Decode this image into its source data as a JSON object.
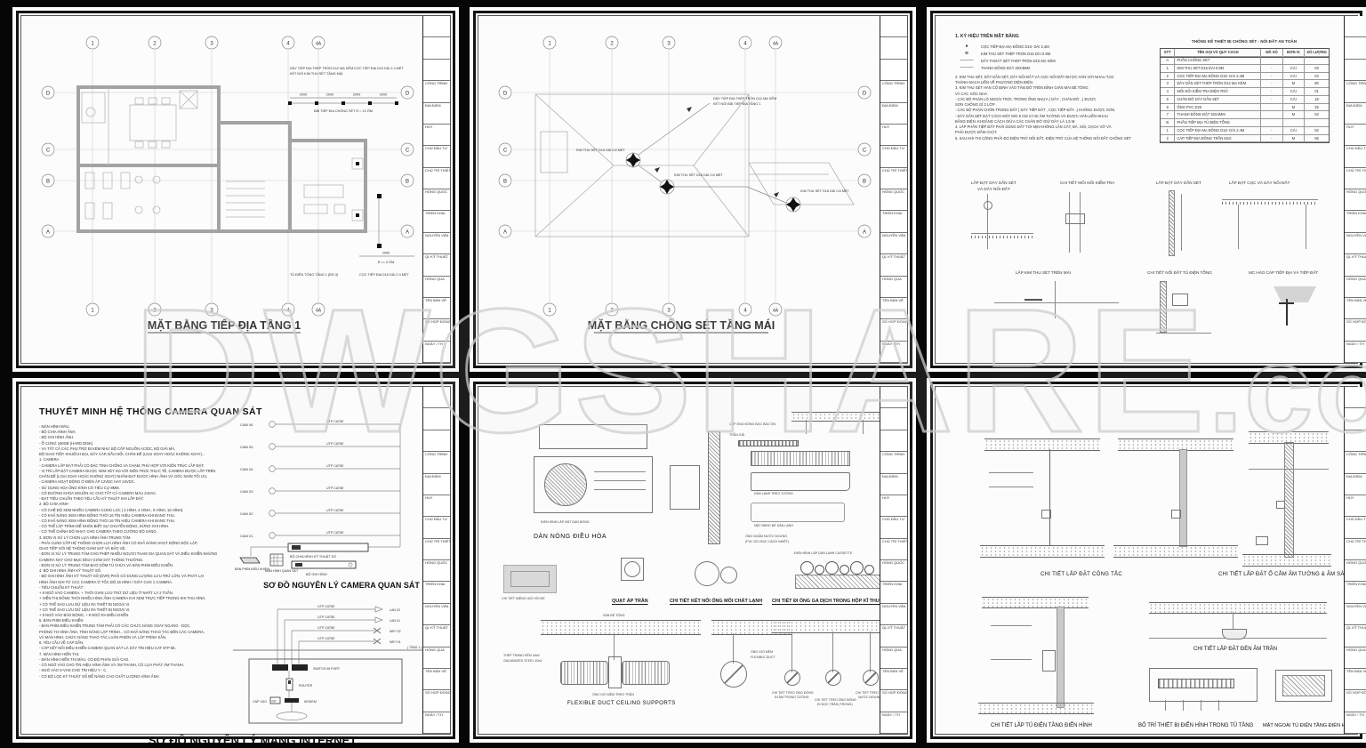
{
  "watermark": {
    "main": "DWGSHARE",
    "suffix": ".com"
  },
  "titleblock": {
    "rows": [
      "",
      "",
      "",
      "CÔNG TRÌNH",
      "ĐỊA ĐIỂM",
      "HUY",
      "CHỦ ĐẦU TƯ",
      "CHỦ TRÌ THIẾT KẾ",
      "HỒNG QUỐC",
      "TRIỂN KHAI",
      "NGUYỄN VĂN",
      "QL KỸ THUẬT",
      "HỒNG QUA",
      "TÊN BẢN VẼ",
      "SỐ HỢP ĐỒNG",
      "NGÀY / TH"
    ]
  },
  "axes": {
    "top": [
      "1",
      "2",
      "3",
      "4",
      "4A"
    ],
    "side": [
      "D",
      "C",
      "B",
      "A"
    ]
  },
  "sheet1": {
    "title": "MẶT BẰNG TIẾP ĐỊA TẦNG 1",
    "note_wire1": "DÂY TIẾP ĐỊA THÉP TRÒN D12 MẠ KẼM,",
    "note_wire2": "KẾT NỐI KIM THU SÉT TẦNG MÁI",
    "note_rod": "CỌC TIẾP ĐỊA D16 DÀI 2.4 MÉT",
    "dim": "2000",
    "field_note": "BÃI TIẾP ĐỊA CHỐNG SÉT R = 10 ÔM",
    "panel_note": "TỦ ĐIỆN TỔNG TẦNG 1 (ĐD.3)",
    "rod_note2": "CỌC TIẾP ĐỊA D16 DÀI 2.4 MÉT",
    "r_note": "R <= 4 ÔM"
  },
  "sheet2": {
    "title": "MẶT BẰNG CHỐNG SÉT TẦNG MÁI",
    "kim": "KIM THU SÉT D16 DÀI 0.8 MÉT",
    "wire1": "DÂY TIẾP ĐỊA THÉP TRÒN D12 MẠ KẼM",
    "wire2": "KẾT NỐI BÃI TIẾP ĐỊA TẦNG 1"
  },
  "sheet3": {
    "legend_title": "1. KÝ HIỆU TRÊN MẶT BẰNG",
    "legend": [
      {
        "sym": "●",
        "txt": "CỌC TIẾP ĐỊA MẠ ĐỒNG D16- DÀI 2.4M"
      },
      {
        "sym": "⊕",
        "txt": "KIM THU SÉT THÉP TRÒN D16 DÀI 0.8M"
      },
      {
        "sym": "———",
        "txt": "DÂY THOÁT SÉT THÉP TRÒN D10 MẠ KẼM"
      },
      {
        "sym": "———",
        "txt": "THANH ĐỒNG ĐẶT 25X3MM"
      }
    ],
    "notes": [
      "2. KIM THU SÉT, DÂY DẪN SÉT, DÂY NỐI ĐẤT VÀ CỌC NỐI ĐẤT ĐƯỢC HÀN VỚI NHAU TẠO",
      "THÀNH MẠCH LIỀN VỀ PHƯƠNG DIỆN ĐIỆN.",
      "3. KIM THU SÉT HÀN CỐ ĐỊNH VÀO TÂM ĐỠ TRÊN ĐỈNH GIÀN MÁI BÊ TÔNG",
      "VÀ CÁC GÓC NHÀ.",
      "- CÁC BỘ PHẬN LỘ NGOÀI TRỜI, TRONG ỐNG NHỰA ( DÂY , CHÂN ĐỠ...) ĐƯỢC",
      "SƠN CHỐNG GỈ 2 LỚP .",
      "- CÁC BỘ PHẬN CHÔN TRONG ĐẤT ( DÂY TIẾP ĐẤT , CỌC TIẾP ĐẤT...) KHÔNG ĐƯỢC SƠN.",
      "- DÂY DẪN SÉT ĐẶT CÁCH MẶT MÁI 5 CM VÀ ĐI ÂM TƯỜNG VÀ ĐƯỢC HÀN LIỀN NHAU",
      "BẰNG ĐIỆN. KHOẢNG CÁCH GIỮA CÁC CHÂN ĐỠ GIỮ DÂY LÀ 1.5 M.",
      "4. LẤP PHẦN TIẾP ĐẤT PHẢI DÙNG ĐẤT TƠI MỊN KHÔNG LẪN CÁT, ĐÁ, SỎI, GẠCH VỠ VÀ",
      "PHẢI ĐƯỢC ĐẦM CHẶT.",
      "5. SAU KHI THI CÔNG PHẢI ĐO ĐIỆN TRỞ NỐI ĐẤT, ĐIỆN TRỞ CỦA HỆ THỐNG NỐI ĐẤT CHỐNG SÉT"
    ],
    "table": {
      "title": "THỐNG KÊ THIẾT BỊ CHỐNG SÉT - NỐI ĐẤT AN TOÀN",
      "columns": [
        [
          "STT",
          "TÊN GỌI VÀ QUY CÁCH",
          "MÃ SỐ",
          "ĐƠN VỊ",
          "SỐ LƯỢNG"
        ]
      ],
      "rows": [
        [
          "A",
          "PHẦN CHỐNG SÉT",
          "",
          "",
          ""
        ],
        [
          "1",
          "KIM THU SÉT D16 DÀI 0.8M",
          "-",
          "CÁI",
          "03"
        ],
        [
          "2",
          "CỌC TIẾP ĐỊA MẠ ĐỒNG D16- DÀI 2.4M",
          "-",
          "CÁI",
          "04"
        ],
        [
          "3",
          "DÂY DẪN SÉT THÉP TRÒN D12 MẠ KẼM",
          "-",
          "M",
          "80"
        ],
        [
          "4",
          "MỐI NỐI KIỂM TRA ĐIỆN TRỞ",
          "-",
          "CÁI",
          "01"
        ],
        [
          "5",
          "CHÂN ĐỠ DÂY DẪN SÉT",
          "-",
          "CÁI",
          "18"
        ],
        [
          "6",
          "ỐNG PVC D25",
          "",
          "M",
          "25"
        ],
        [
          "7",
          "THANH ĐỒNG ĐẶT 40X4MM",
          "",
          "M",
          "04"
        ],
        [
          "B",
          "PHẦN TIẾP ĐỊA TỦ ĐIỆN TỔNG",
          "",
          "",
          ""
        ],
        [
          "1",
          "CỌC TIẾP ĐỊA MẠ ĐỒNG D16- DÀI 2.4M",
          "-",
          "CÁI",
          "02"
        ],
        [
          "2",
          "CÁP TIẾP ĐỊA ĐỒNG TRẦN M10",
          "-",
          "M",
          "05"
        ]
      ]
    },
    "details": {
      "d1a": "LẮP ĐẶT DÂY DẪN SÉT",
      "d1b": "VÀ DÂY NỐI ĐẤT",
      "d2": "CHI TIẾT MỐI NỐI KIỂM TRA",
      "d3": "LẮP ĐẶT DÂY DẪN SÉT",
      "d4": "LẮP ĐẶT CỌC VÀ DÂY NỐI ĐẤT",
      "d5": "LẮP KIM THU SÉT TRÊN MÁI",
      "d6": "CHI TIẾT NỐI ĐẤT TỦ ĐIỆN TỔNG",
      "d7": "MC HÀO CÁP TIẾP ĐỊA VÀ  TIẾP ĐẤT"
    }
  },
  "sheet4": {
    "heading": "THUYẾT MINH HỆ THỐNG CAMERA QUAN SÁT",
    "notes": [
      "- MÀN HÌNH MÀU.",
      "- BỘ CHIA HÌNH ẢNH.",
      "- BỘ GHI HÌNH ẢNH.",
      "- Ổ CỨNG 160GB (HARD DISK).",
      "- VÀ TẤT CẢ CÁC PHỤ TRỢ ĐI KÈM NHƯ BỘ CẤP NGUỒN AC/DC, BỘ GIẢI MÃ,",
      "  BỘ GIAO TIẾP, KHUẾCH ĐẠI, DÂY CÁP, ĐẦU NỐI, CHÂN ĐẾ (LOẠI XOAY HOẶC KHÔNG XOAY)...",
      "1. CAMERA",
      "- CAMERA LẮP ĐẶT PHẢI CÓ ĐẶC TÍNH CHỐNG VA CHẠM, PHÙ HỢP VỚI KIẾN TRÚC LẮP ĐẶT.",
      "- VỊ TRÍ LẮP ĐẶT CAMERA ĐƯỢC XEM XÉT SO VỚI KIẾN TRÚC THỰC TẾ, CAMERA ĐƯỢC LẮP TRÊN",
      "  CHÂN ĐẾ (LOẠI XOAY HOẶC KHÔNG XOAY) NHẰM ĐẠT ĐƯỢC HÌNH ẢNH VÀ GÓC NHÌN TỐI ƯU.",
      "- CAMERA HOẠT ĐỘNG Ở ĐIỆN ÁP 12VDC HAY 24VDC.",
      "- SỬ DỤNG HỌA ỐNG KÍNH CÓ TIÊU CỰ 8MM.",
      "- CÓ ĐƯỜNG KHÓA NGUỒN AC CHO TẤT CẢ CAMERA MÀU 24VAC.",
      "- ĐẠT TIÊU CHUẨN THEO YÊU CẦU KỸ THUẬT KHI LẮP ĐẶT.",
      "2. BỘ CHIA HÌNH",
      "- CÓ CHẾ ĐỘ XEM NHIỀU CAMERA CÙNG LÚC ( 2 HÌNH, 4 HÌNH , 9 HÌNH, 16 HÌNH).",
      "- CÓ KHẢ NĂNG XEM HÌNH ĐỒNG THỜI 16 TÍN HIỆU CAMERA KHI ĐANG THU.",
      "- CÓ KHẢ NĂNG XEM HÌNH ĐỒNG THỜI 16 TÍN HIỆU CAMERA KHI ĐANG THU.",
      "- CÓ THỂ LẬP TRÌNH ĐỂ NHẬN BIẾT SỰ CHUYỂN ĐỘNG, DỪNG GHI HÌNH.",
      "- CÓ THỂ CHỈNH ĐỘ NHẠY CHO CAMERA THEO CƯỜNG ĐỘ SÁNG.",
      "3. ĐƠN VỊ XỬ LÝ CHỌN LỰA HÌNH ẢNH TRUNG TÂM",
      "- PHẢI CUNG CẤP HỆ THỐNG CHỌN LỰA HÌNH ẢNH CÓ KHẢ NĂNG HOẠT ĐỘNG ĐỘC LẬP,",
      "  GIAO TIẾP VỚI HỆ THỐNG GIÁM SÁT VÀ BẢO VỆ.",
      "- ĐƠN VỊ XỬ LÝ TRUNG TÂM CHO PHÉP NHIỀU NGƯỜI THAM GIA QUAN SÁT VÀ ĐIỀU KHIỂN NHỮNG",
      "  CAMERA NÀY CHO MỤC ĐÍCH GIÁM SÁT THÔNG THƯỜNG.",
      "- ĐƠN VỊ XỬ LÝ TRUNG TÂM BAO GỒM TỦ CHỨA VÀ BÀN PHÍM ĐIỀU KHIỂN.",
      "4. BỘ GHI HÌNH ẢNH KỸ THUẬT SỐ.",
      "- BỘ GHI HÌNH ẢNH KỸ THUẬT SỐ (DVR) PHẢI CÓ DUNG LƯỢNG LƯU TRỮ LỚN, VÀ PHÁT LẠI",
      "  HÌNH ẢNH GHI TỪ CÁC CAMERA Ở TỐC ĐỘ 15 HÌNH / GIÂY CHO 1 CAMERA.",
      "- TIÊU CHUẨN KỸ THUẬT :",
      "+ 8 NGÕ VÀO CAMERA.  + THỜI GIAN LƯU TRỮ DỮ LIỆU ÍT NHẤT LÀ 2 TUẦN.",
      "+ HIỂN THỊ ĐỒNG THỜI NHIỀU HÌNH ẢNH CAMERA KHI XEM TRỰC TIẾP TRONG KHI THU HÌNH.",
      "+ CÓ THỂ SAO LƯU DỮ LIỆU RA THIẾT BỊ NGOẠI VI.",
      "+ CÓ THỂ SAO LƯU DỮ LIỆU RA THIẾT BỊ NGOẠI VI.",
      "+ 8 NGÕ VÀO BÁO ĐỘNG,  + 8 NGÕ RA ĐIỀU KHIỂN.",
      "5. BÀN PHÍM ĐIỀU KHIỂN",
      "- BÀN PHÍM ĐIỀU KHIỂN TRUNG TÂM PHẢI CÓ CÁC CHỨC NĂNG XOAY NGANG - DỌC,",
      "  PHÓNG TO HÌNH ẢNH, TÍNH NĂNG LẬP TRÌNH... CÓ KHẢ NĂNG THAO TÁC ĐẾN CÁC CAMERA,",
      "  VÀ MÀN HÌNH, CHỨC NĂNG THAO TÁC LUÂN PHIÊN VÀ LẬP TRÌNH SẴN.",
      "6. YÊU CẦU VỀ CÁP DẪN.",
      "- CÁP KẾT NỐI ĐIỀU KHIỂN CAMERA QUAN SÁT LÀ DÂY TÍN HIỆU CAT 5TP 5E.",
      "7. MÀN HÌNH HIỂN THỊ.",
      "- MÀN HÌNH HIỂN THỊ MÀU, CÓ ĐỘ PHÂN GIẢI CAO.",
      "- CÓ NGÕ VÀO CHO TÍN HIỆU HÌNH ẢNH VÀ ÂM THANH, CÓ LỰA PHÁT ÂM THANH.",
      "- NGÕ VÀO S-VHS CHO TÍN HIỆU Y - C.",
      "- CÓ BỘ LỌC KỸ THUẬT SỐ ĐỂ NÂNG CAO CHẤT LƯỢNG HÌNH ẢNH."
    ],
    "camera": {
      "cams": [
        "CAM 06",
        "CAM 05",
        "CAM 04",
        "CAM 03",
        "CAM 02",
        "CAM 01"
      ],
      "cable": "UTP CAT5E",
      "keyboard": "BÀN PHÍM ĐIỀU KHIỂN",
      "monitor": "MÀN HÌNH QUAN SÁT",
      "splitter": "BỘ CHIA HÌNH KỸ THUẬT SỐ",
      "recorder": "BỘ GHI HÌNH",
      "caption": "SƠ ĐỒ NGUYÊN LÝ CAMERA QUAN SÁT"
    },
    "internet": {
      "cable": "UTP CAT5E",
      "ends": [
        "LAN 02",
        "LAN 01",
        "WIFI 02",
        "WIFI 01"
      ],
      "floor": "( TẦNG 1 )",
      "switch": "SWITCH 08 PORT",
      "router": "ROUTER",
      "capvao": "CÁP VÀO",
      "isp": "ISP",
      "modem": "MODEM",
      "caption": "SƠ ĐỒ NGUYÊN LÝ MẠNG INTERNET"
    }
  },
  "sheet5": {
    "outdoor_caption": "DÀN NÓNG ĐIỀU HÒA",
    "outdoor_sub": "ĐIỂN HÌNH LẮP ĐẶT DÀN NÓNG",
    "indoor_label": "DÀN LẠNH TREO TƯỜNG",
    "indoor_sub": "MẶT BẰNG ĐẾ DÀN LẠNH",
    "cassette_caption": "ĐIỂN HÌNH LẮP DÀN LẠNH CASSETTE",
    "pipe_label1": "CẶP ỐNG ĐỒNG BỌC BẢO ÔN",
    "pipe_label2": "TRẦN GIẢ",
    "pipe_label3": "ỐNG NGẦM NƯỚC NGƯNG",
    "pipe_label4": "(PVC D21 BỌC CÁCH NHIỆT)",
    "grille_caption": "CHI TIẾT MIỆNG GIÓ HỒI ĐỂ",
    "cap_fan": "QUẠT ÁP TRẦN",
    "cap_refrig": "CHI TIẾT KẾT NỐI ỐNG MÔI CHẤT LẠNH",
    "cap_gas": "CHI TIẾT ĐI ỐNG GA DỊCH TRONG HỘP KĨ THUẬT",
    "steel1": "THÉP TRÁNG KẼM 40x4",
    "steel2": "GALVANIZED STEEL 40x4",
    "flex1": "ỐNG GIÓ MỀM",
    "flex2": "FLEXIBLE DUCT",
    "slab": "SÀN BÊ TÔNG",
    "flex_sub": "ỐNG GIÓ MỀM TREO TRẦN",
    "flex_caption": "FLEXIBLE DUCT CEILING SUPPORTS",
    "hanger1a": "CHI TIẾT TREO ỐNG ĐỒNG",
    "hanger1b": "ĐI ÂM TRONG TƯỜNG",
    "hanger2a": "CHI TIẾT TREO ỐNG ĐỒNG",
    "hanger2b": "ĐI DỌC TRẦN (TRONG)",
    "hanger3a": "CHI TIẾT TREO ỐNG",
    "hanger3b": "NƯỚC NGƯNG"
  },
  "sheet6": {
    "cap_switch": "CHI TIẾT LẮP ĐẶT CÔNG TẮC",
    "cap_socket": "CHI TIẾT LẮP ĐẶT Ổ CẮM ÂM TƯỜNG & ÂM SÀN",
    "cap_light": "CHI TIẾT LẮP ĐẶT ĐÈN ÂM TRẦN",
    "cap_board": "CHI TIẾT LẮP TỦ ĐIỆN TẦNG ĐIỂN HÌNH",
    "cap_layout": "BỐ TRÍ THIẾT BỊ ĐIỂN HÌNH TRONG TỦ TẦNG",
    "cap_front": "MẶT NGOÀI TỦ ĐIỆN TẦNG ĐIỂN HÌNH"
  }
}
